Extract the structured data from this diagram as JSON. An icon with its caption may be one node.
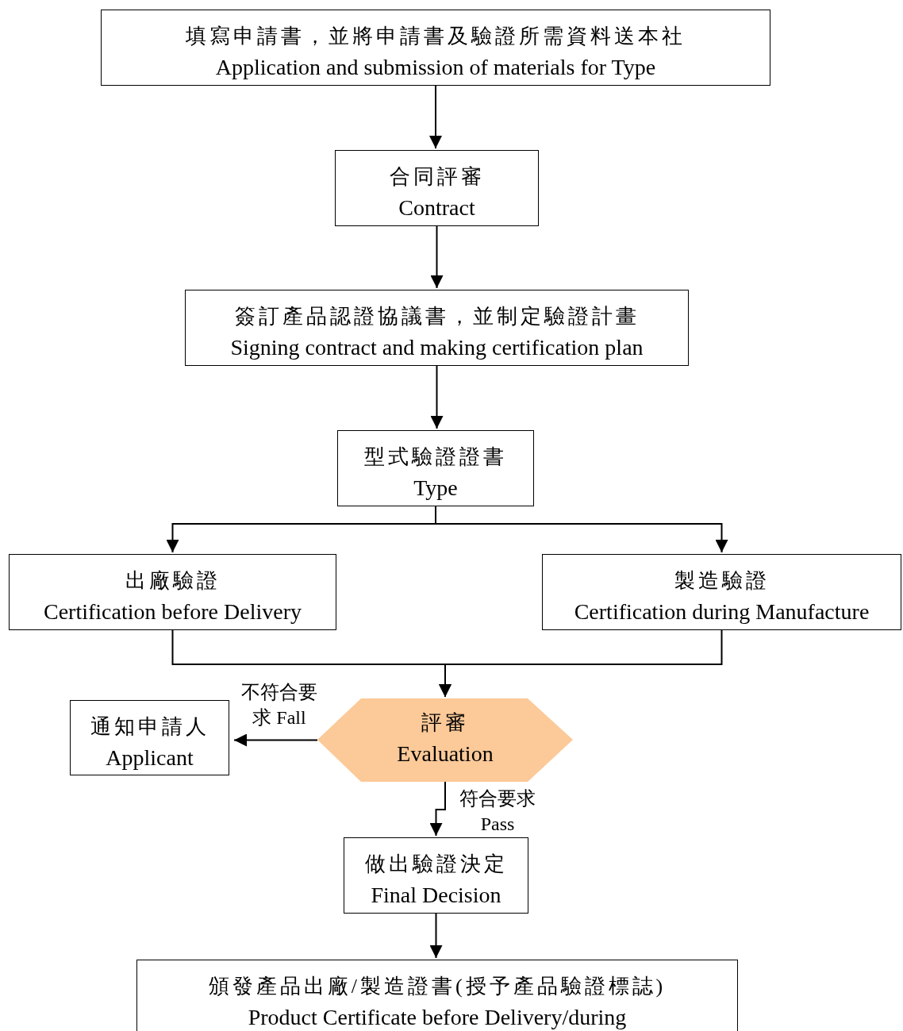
{
  "diagram": {
    "nodes": [
      {
        "text": [
          "填寫申請書，並將申請書及驗證所需資料送本社",
          "Application and submission of materials for Type"
        ]
      },
      {
        "text": [
          "合同評審",
          "Contract"
        ]
      },
      {
        "text": [
          "簽訂產品認證協議書，並制定驗證計畫",
          "Signing contract and making certification plan"
        ]
      },
      {
        "text": [
          "型式驗證證書",
          "Type"
        ]
      },
      {
        "text": [
          "出廠驗證",
          "Certification before Delivery"
        ]
      },
      {
        "text": [
          "製造驗證",
          "Certification during Manufacture"
        ]
      },
      {
        "text": [
          "通知申請人",
          "Applicant"
        ]
      },
      {
        "text": [
          "評審",
          "Evaluation"
        ]
      },
      {
        "text": [
          "做出驗證決定",
          "Final Decision"
        ]
      },
      {
        "text": [
          "頒發產品出廠/製造證書(授予產品驗證標誌)",
          "Product Certificate before Delivery/during"
        ]
      }
    ],
    "edges": [
      {
        "from": 0,
        "to": 1,
        "arrow": "to"
      },
      {
        "from": 1,
        "to": 2,
        "arrow": "to"
      },
      {
        "from": 2,
        "to": 3,
        "arrow": "to"
      },
      {
        "from": 3,
        "to": 4,
        "arrow": "to"
      },
      {
        "from": 3,
        "to": 5,
        "arrow": "to"
      },
      {
        "from": 4,
        "to": 7,
        "arrow": "to"
      },
      {
        "from": 5,
        "to": 7,
        "arrow": "to"
      },
      {
        "from": 7,
        "to": 6,
        "arrow": "to",
        "label": "不符合要求 Fall"
      },
      {
        "from": 7,
        "to": 8,
        "arrow": "to",
        "label": "符合要求 Pass"
      },
      {
        "from": 8,
        "to": 9,
        "arrow": "to"
      }
    ]
  }
}
